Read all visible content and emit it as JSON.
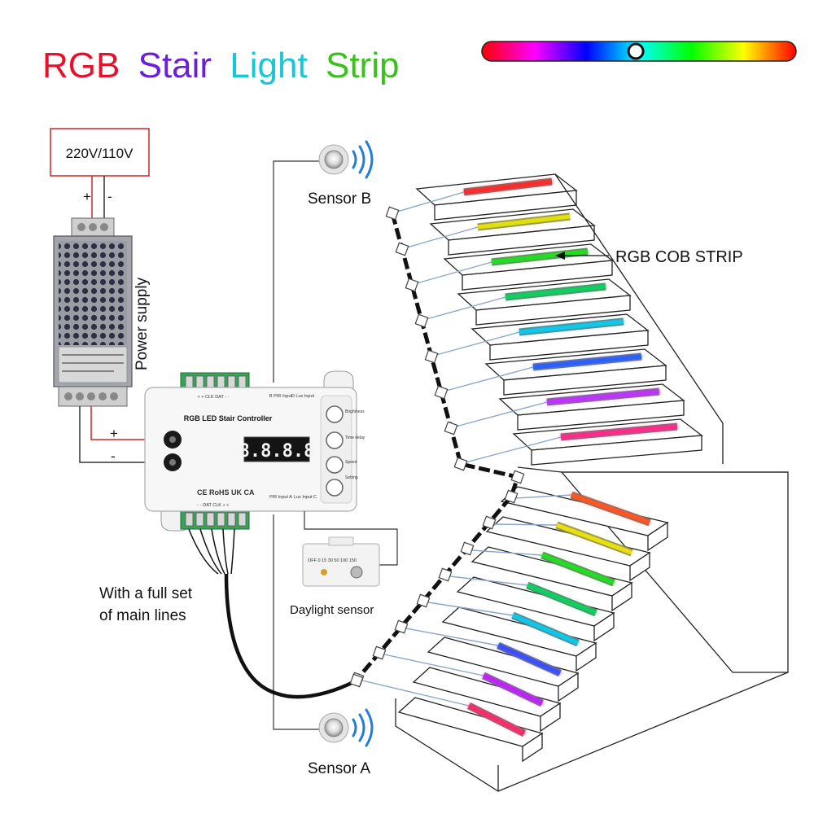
{
  "title": {
    "words": [
      {
        "text": "RGB",
        "color": "#e8102a"
      },
      {
        "text": "Stair",
        "color": "#6a1fd8"
      },
      {
        "text": "Light",
        "color": "#19c7d4"
      },
      {
        "text": "Strip",
        "color": "#39c21a"
      }
    ]
  },
  "color_bar": {
    "stops": [
      "#ff0000",
      "#ff00ff",
      "#0000ff",
      "#00ffff",
      "#00ff00",
      "#ffff00",
      "#ff0000"
    ],
    "knob_position": 0.49
  },
  "labels": {
    "voltage": "220V/110V",
    "plus": "+",
    "minus": "-",
    "power_supply": "Power supply",
    "sensor_b": "Sensor B",
    "sensor_a": "Sensor A",
    "rgb_cob_strip": "RGB COB STRIP",
    "daylight_sensor": "Daylight sensor",
    "main_lines_1": "With a full set",
    "main_lines_2": "of main lines"
  },
  "controller": {
    "name": "RGB LED Stair Controller",
    "display": "8.8.8.8",
    "top_terminals": "+ + CLK DAT - -",
    "bottom_terminals": "- - DAT CLK + +",
    "pir_b": "B\nPIR Input",
    "lux_d": "D\nLux Input",
    "pir_a": "PIR Input\nA",
    "lux_c": "Lux Input\nC",
    "buttons": [
      "Brightness",
      "Time delay",
      "Speed",
      "Setting"
    ],
    "cert_marks": "CE RoHS UK CA"
  },
  "daylight_scale": "OFF 0 15 30 50 100 150",
  "step_colors": {
    "upper": [
      "#ff2a2a",
      "#e0e010",
      "#22dd22",
      "#10d060",
      "#10c8e8",
      "#2a60ff",
      "#c030ff",
      "#ff2a8a"
    ],
    "lower": [
      "#ff5520",
      "#e8e010",
      "#22dd22",
      "#10d060",
      "#10c8e8",
      "#3a50ff",
      "#c020ff",
      "#ff2a6a"
    ]
  }
}
